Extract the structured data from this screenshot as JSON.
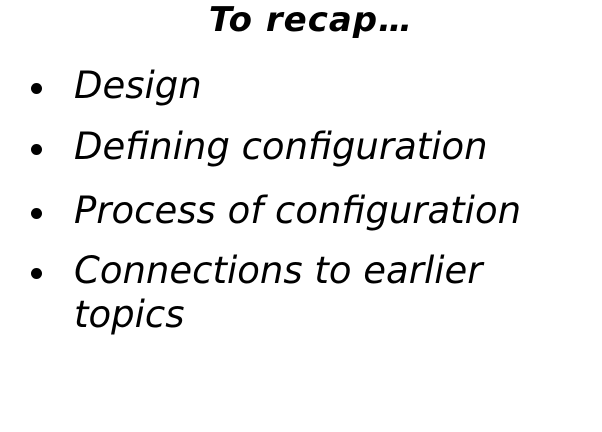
{
  "slide": {
    "title": "To recap…",
    "bullets": [
      {
        "text": "Design"
      },
      {
        "text": "Defining configuration"
      },
      {
        "text": "Process of configuration"
      },
      {
        "text": "Connections to earlier topics"
      }
    ]
  }
}
